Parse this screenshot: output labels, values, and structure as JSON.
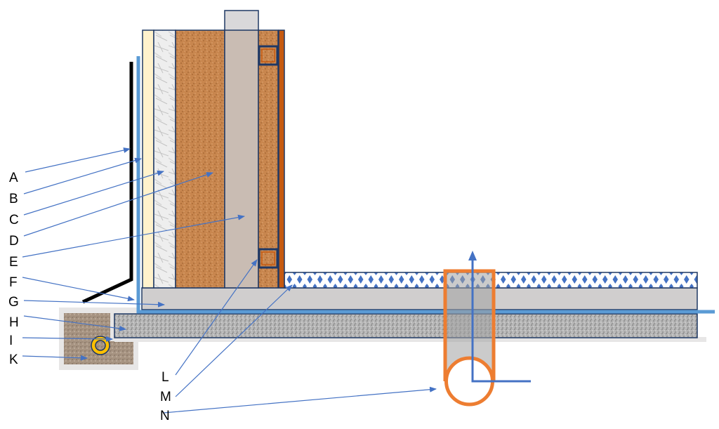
{
  "diagram": {
    "type": "construction cross-section (wall / floor / foundation detail)",
    "labels": [
      {
        "id": "A",
        "text": "A"
      },
      {
        "id": "B",
        "text": "B"
      },
      {
        "id": "C",
        "text": "C"
      },
      {
        "id": "D",
        "text": "D"
      },
      {
        "id": "E",
        "text": "E"
      },
      {
        "id": "F",
        "text": "F"
      },
      {
        "id": "G",
        "text": "G"
      },
      {
        "id": "H",
        "text": "H"
      },
      {
        "id": "I",
        "text": "I"
      },
      {
        "id": "K",
        "text": "K"
      },
      {
        "id": "L",
        "text": "L"
      },
      {
        "id": "M",
        "text": "M"
      },
      {
        "id": "N",
        "text": "N"
      }
    ],
    "colors": {
      "leader": "#4472c4",
      "membrane": "#5b9bd5",
      "cream": "#fff2cc",
      "cork": "#c8864e",
      "column": "#c9bcb3",
      "orange": "#ed7d31",
      "trim": "#c55a11",
      "slab": "#d0cece",
      "gravel": "#a6a6a6",
      "soil": "#a08f7c",
      "pipe": "#ffc000",
      "outline": "#1f3864"
    }
  }
}
